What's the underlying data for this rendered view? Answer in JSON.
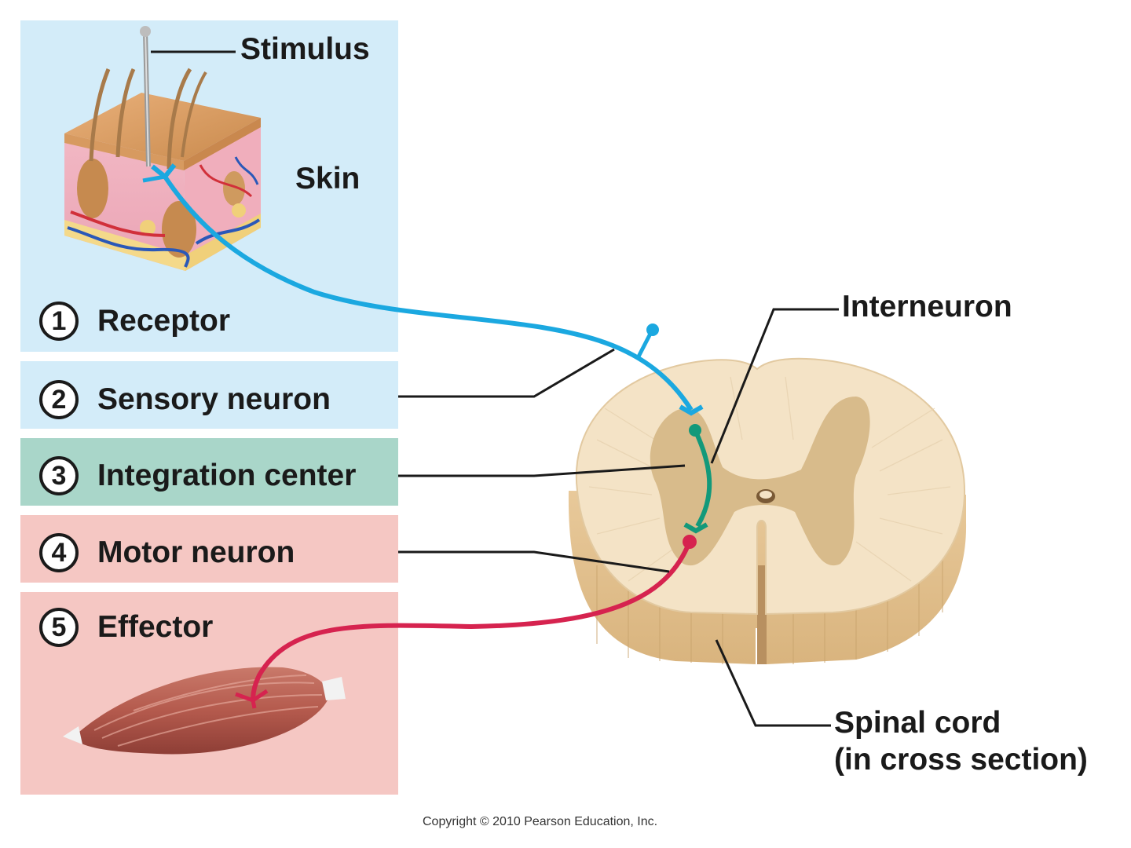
{
  "steps": [
    {
      "number": "1",
      "label": "Receptor"
    },
    {
      "number": "2",
      "label": "Sensory neuron"
    },
    {
      "number": "3",
      "label": "Integration center"
    },
    {
      "number": "4",
      "label": "Motor neuron"
    },
    {
      "number": "5",
      "label": "Effector"
    }
  ],
  "labels": {
    "stimulus": "Stimulus",
    "skin": "Skin",
    "interneuron": "Interneuron",
    "spinal_cord_line1": "Spinal cord",
    "spinal_cord_line2": "(in cross section)"
  },
  "copyright": "Copyright © 2010 Pearson Education, Inc.",
  "colors": {
    "receptor_panel": "#d3ecf9",
    "integration_panel": "#a9d6c9",
    "motor_panel": "#f5c7c3",
    "sensory_neuron": "#1ba8e0",
    "interneuron": "#12997a",
    "motor_neuron": "#d6234f",
    "spinal_cord": "#f3e2c4",
    "gray_matter": "#d6b98a"
  }
}
